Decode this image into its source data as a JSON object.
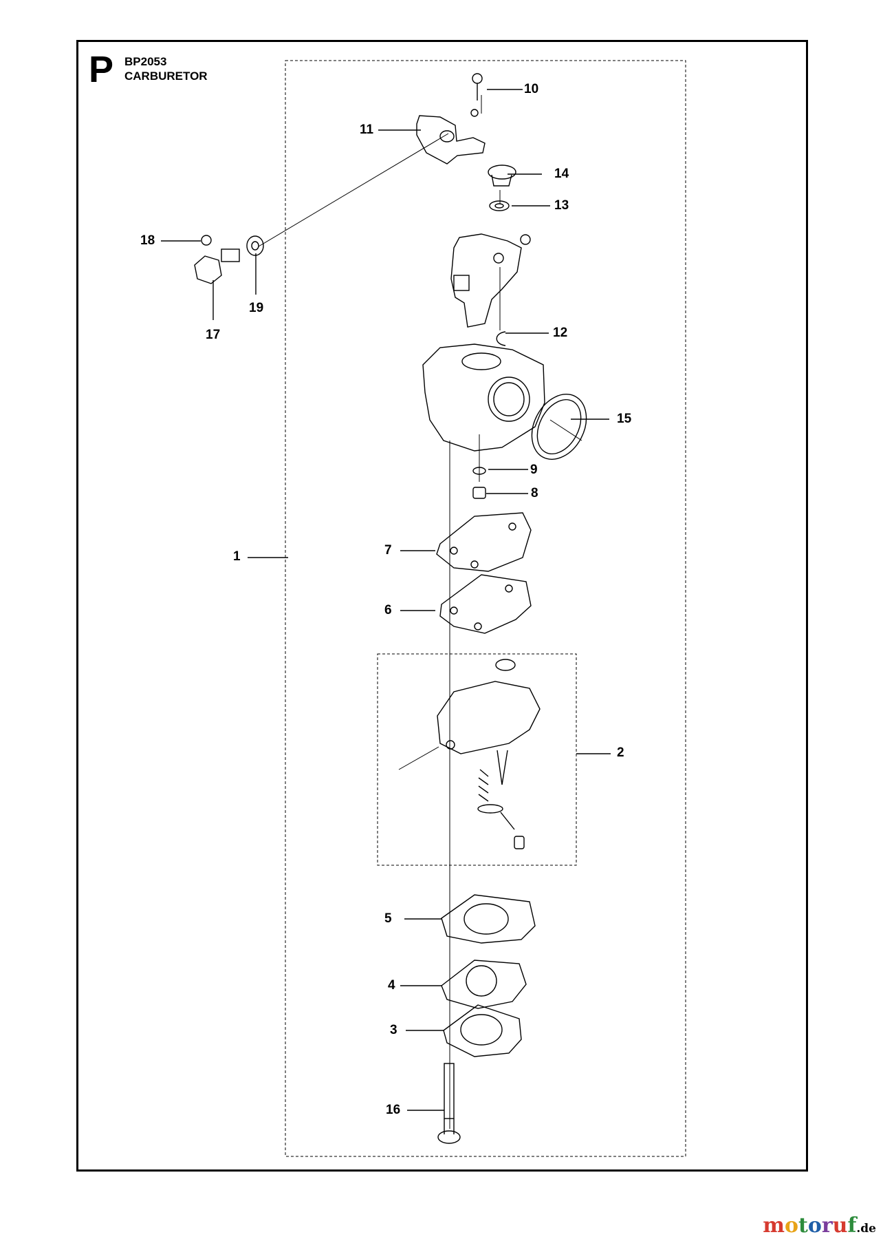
{
  "header": {
    "section_letter": "P",
    "model": "BP2053",
    "title": "CARBURETOR"
  },
  "callouts": [
    "1",
    "2",
    "3",
    "4",
    "5",
    "6",
    "7",
    "8",
    "9",
    "10",
    "11",
    "12",
    "13",
    "14",
    "15",
    "16",
    "17",
    "18",
    "19"
  ],
  "watermark": {
    "brand": "motoruf",
    "domain": ".de",
    "colors": [
      "#d63a2f",
      "#e8a317",
      "#2d8c3c",
      "#1f5fa8",
      "#7a3d9c",
      "#d63a2f",
      "#2d8c3c"
    ]
  }
}
